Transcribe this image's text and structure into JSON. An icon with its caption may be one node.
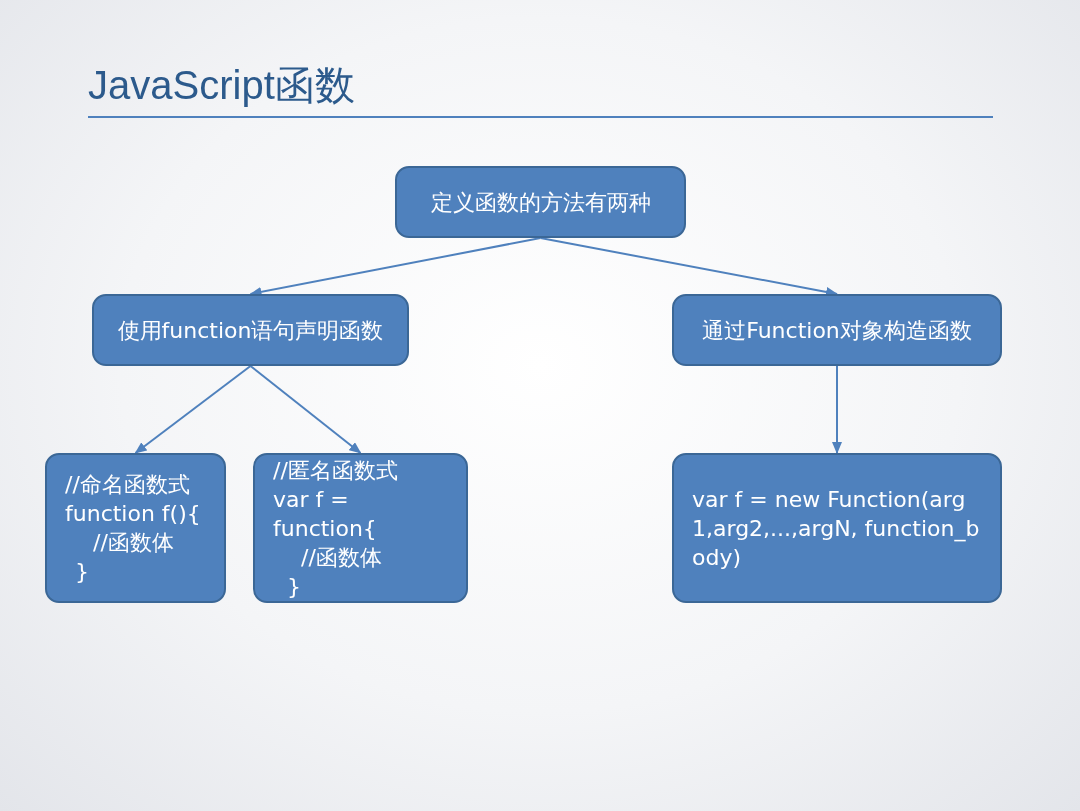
{
  "diagram": {
    "title": "JavaScript函数",
    "nodes": [
      {
        "text": [
          "定义函数的方法有两种"
        ]
      },
      {
        "text": [
          "使用function语句声明函数"
        ]
      },
      {
        "text": [
          "通过Function对象构造函数"
        ]
      },
      {
        "text": [
          "//命名函数式",
          "function f(){",
          "//函数体",
          "}"
        ]
      },
      {
        "text": [
          "//匿名函数式",
          "var f =",
          "function{",
          "//函数体",
          "}"
        ]
      },
      {
        "text": [
          "var f = new Function(arg1,arg2,...,argN, function_body)"
        ]
      }
    ],
    "edges": [
      {
        "from": 0,
        "to": 1,
        "arrow": "to"
      },
      {
        "from": 0,
        "to": 2,
        "arrow": "to"
      },
      {
        "from": 1,
        "to": 3,
        "arrow": "to"
      },
      {
        "from": 1,
        "to": 4,
        "arrow": "to"
      },
      {
        "from": 2,
        "to": 5,
        "arrow": "to"
      }
    ]
  }
}
